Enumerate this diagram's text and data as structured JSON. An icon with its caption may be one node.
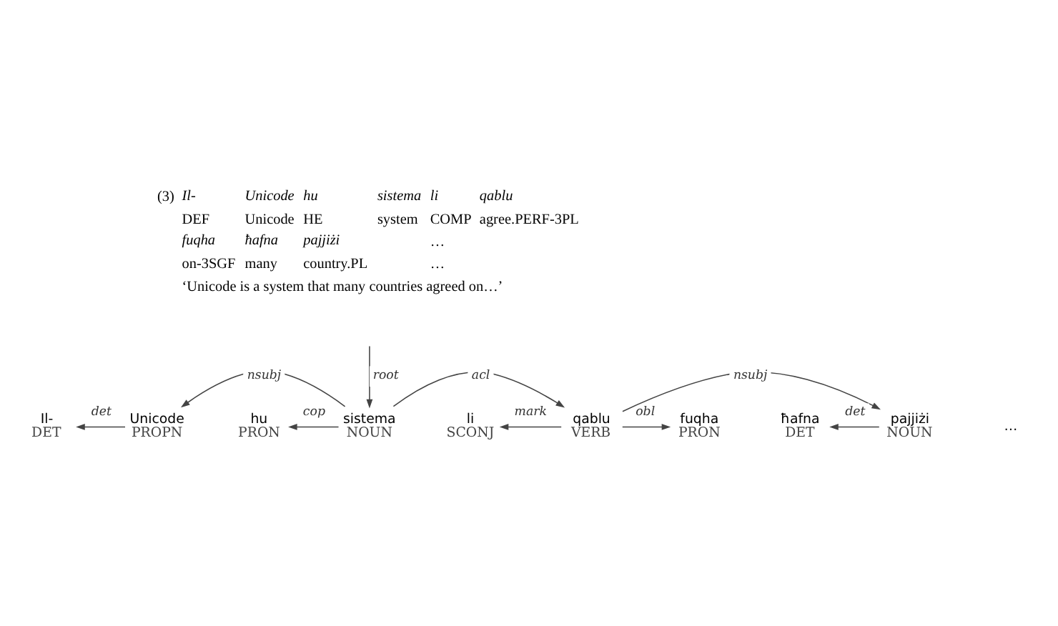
{
  "diagram": {
    "nodes": [
      {
        "text": [
          "Il-",
          "DET"
        ]
      },
      {
        "text": [
          "Unicode",
          "PROPN"
        ]
      },
      {
        "text": [
          "hu",
          "PRON"
        ]
      },
      {
        "text": [
          "sistema",
          "NOUN"
        ]
      },
      {
        "text": [
          "li",
          "SCONJ"
        ]
      },
      {
        "text": [
          "qablu",
          "VERB"
        ]
      },
      {
        "text": [
          "fuqha",
          "PRON"
        ]
      },
      {
        "text": [
          "ħafna",
          "DET"
        ]
      },
      {
        "text": [
          "pajjiżi",
          "NOUN"
        ]
      }
    ],
    "edges": [
      {
        "from": 1,
        "to": 0,
        "arrow": "to",
        "label": "det"
      },
      {
        "from": 3,
        "to": 1,
        "arrow": "to",
        "label": "nsubj"
      },
      {
        "from": 3,
        "to": 2,
        "arrow": "to",
        "label": "cop"
      },
      {
        "from": null,
        "to": 3,
        "arrow": "to",
        "label": "root"
      },
      {
        "from": 3,
        "to": 5,
        "arrow": "to",
        "label": "acl"
      },
      {
        "from": 5,
        "to": 4,
        "arrow": "to",
        "label": "mark"
      },
      {
        "from": 5,
        "to": 6,
        "arrow": "to",
        "label": "obl"
      },
      {
        "from": 5,
        "to": 8,
        "arrow": "to",
        "label": "nsubj"
      },
      {
        "from": 8,
        "to": 7,
        "arrow": "to",
        "label": "det"
      }
    ],
    "labels": [
      "(3)",
      "Il-",
      "Unicode",
      "hu",
      "sistema",
      "li",
      "qablu",
      "DEF",
      "Unicode",
      "HE",
      "system",
      "COMP",
      "agree.PERF-3PL",
      "fuqha",
      "ħafna",
      "pajjiżi",
      "…",
      "on-3SGF",
      "many",
      "country.PL",
      "…",
      "‘Unicode is a system that many countries agreed on…’",
      "…"
    ]
  }
}
